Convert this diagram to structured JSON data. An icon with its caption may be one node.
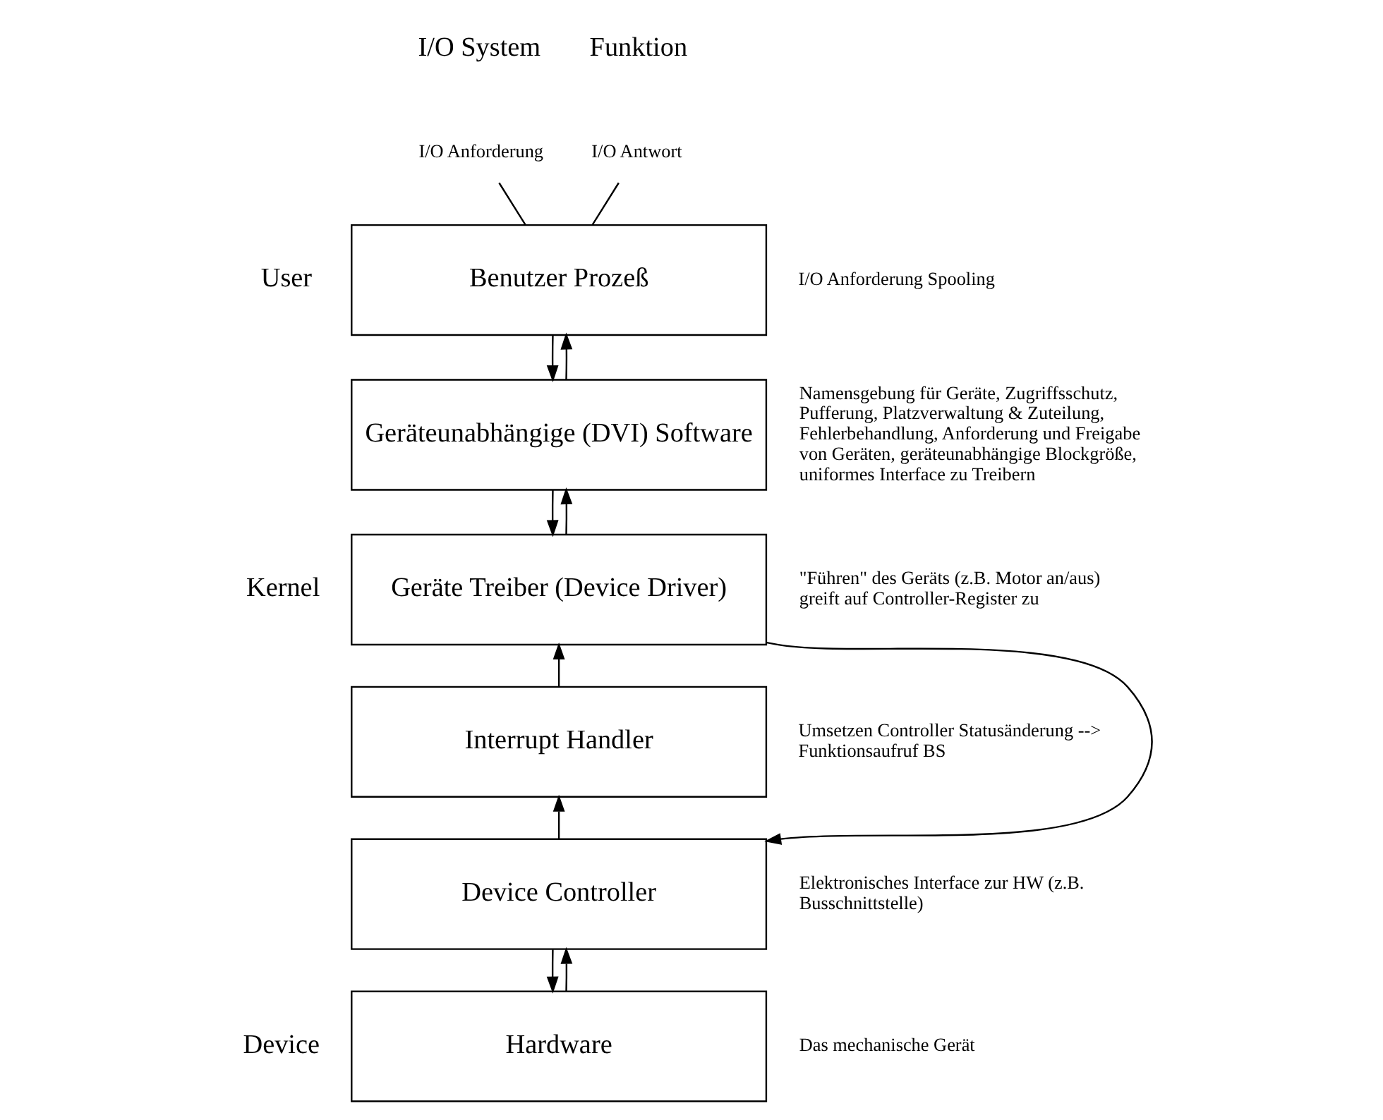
{
  "diagram": {
    "nodes": [
      {
        "text": [
          "I/O Anforderung"
        ]
      },
      {
        "text": [
          "I/O Antwort"
        ]
      },
      {
        "text": [
          "Benutzer Prozeß"
        ],
        "beside": [
          "I/O Anforderung Spooling"
        ]
      },
      {
        "text": [
          "Geräteunabhängige (DVI) Software"
        ],
        "beside": [
          "Namensgebung für Geräte, Zugriffsschutz, Pufferung, Platzverwaltung & Zuteilung, Fehlerbehandlung, Anforderung und Freigabe von Geräten, geräteunabhängige Blockgröße, uniformes Interface zu Treibern"
        ]
      },
      {
        "text": [
          "Geräte Treiber (Device Driver)"
        ],
        "beside": [
          "\"Führen\" des Geräts (z.B. Motor an/aus) greift auf Controller-Register zu"
        ]
      },
      {
        "text": [
          "Interrupt Handler"
        ],
        "beside": [
          "Umsetzen Controller Statusänderung --> Funktionsaufruf BS"
        ]
      },
      {
        "text": [
          "Device Controller"
        ],
        "beside": [
          "Elektronisches Interface zur HW (z.B. Busschnittstelle)"
        ]
      },
      {
        "text": [
          "Hardware"
        ],
        "beside": [
          "Das mechanische Gerät"
        ]
      }
    ],
    "edges": [
      {
        "from": 0,
        "to": 2,
        "arrow": "none"
      },
      {
        "from": 1,
        "to": 2,
        "arrow": "none"
      },
      {
        "from": 2,
        "to": 3,
        "arrow": "to"
      },
      {
        "from": 3,
        "to": 4,
        "arrow": "to"
      },
      {
        "from": 4,
        "to": 6,
        "arrow": "to"
      },
      {
        "from": 6,
        "to": 7,
        "arrow": "to"
      },
      {
        "from": 7,
        "to": 6,
        "arrow": "to"
      },
      {
        "from": 6,
        "to": 5,
        "arrow": "to"
      },
      {
        "from": 5,
        "to": 4,
        "arrow": "to"
      },
      {
        "from": 4,
        "to": 3,
        "arrow": "to"
      },
      {
        "from": 3,
        "to": 2,
        "arrow": "to"
      }
    ],
    "labels": [
      "I/O System",
      "Funktion",
      "User",
      "Kernel",
      "Device"
    ]
  }
}
